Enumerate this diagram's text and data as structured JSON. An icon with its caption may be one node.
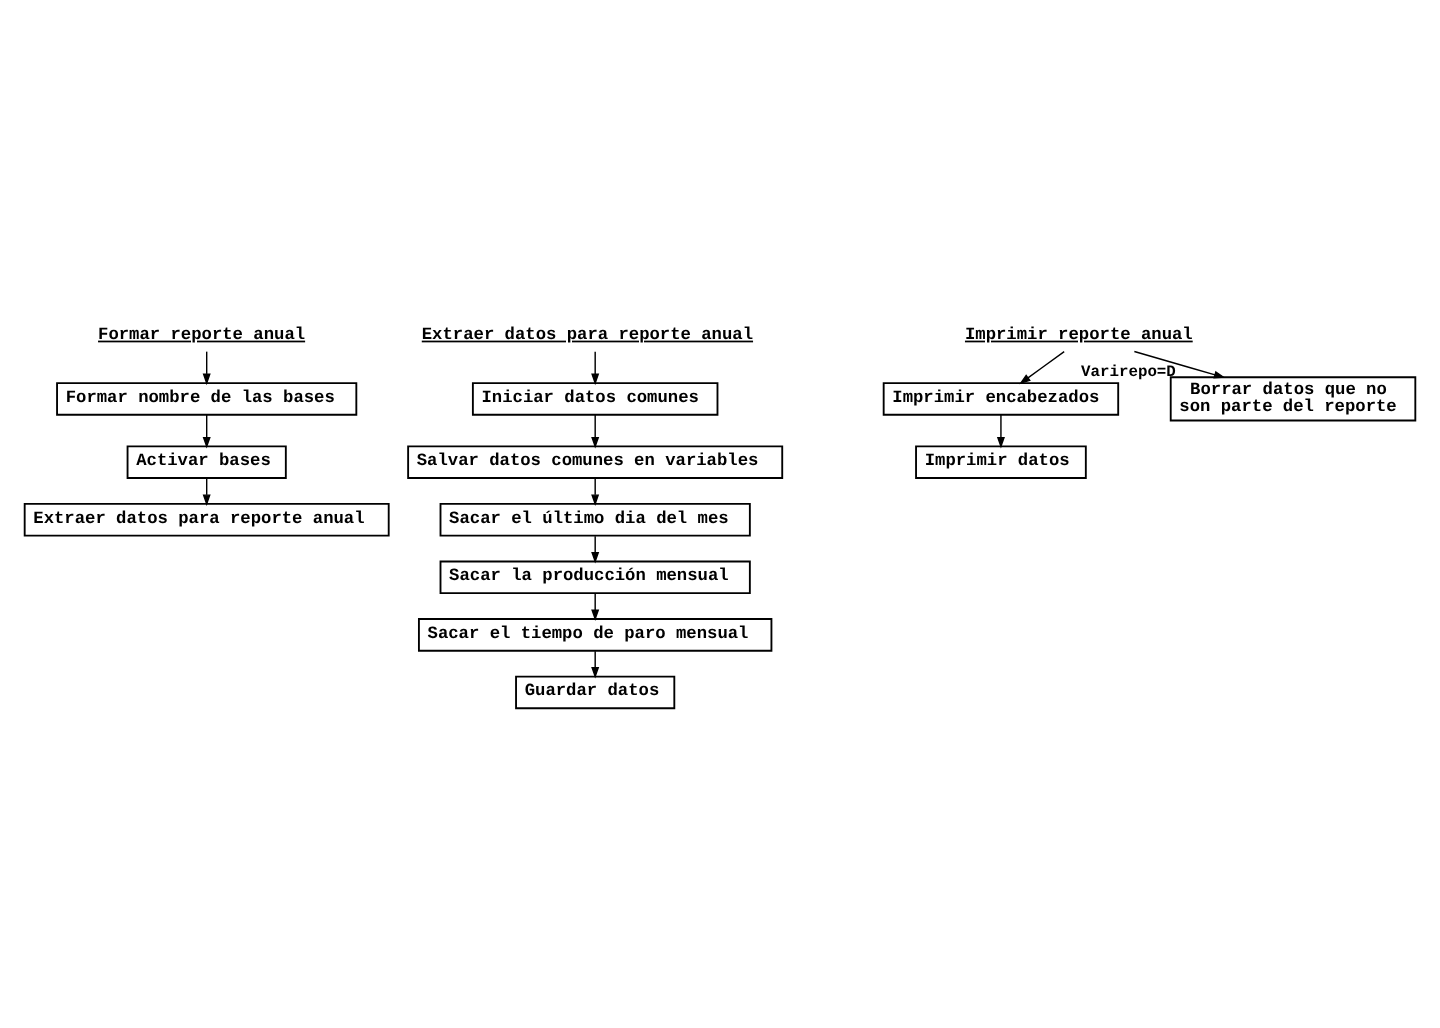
{
  "diagram": {
    "nodes": [
      {
        "text": [
          "Formar reporte anual"
        ]
      },
      {
        "text": [
          "Formar nombre de las bases"
        ]
      },
      {
        "text": [
          "Activar bases"
        ]
      },
      {
        "text": [
          "Extraer datos para reporte anual"
        ]
      },
      {
        "text": [
          "Extraer datos para reporte anual"
        ]
      },
      {
        "text": [
          "Iniciar datos comunes"
        ]
      },
      {
        "text": [
          "Salvar datos comunes en variables"
        ]
      },
      {
        "text": [
          "Sacar el último dia del mes"
        ]
      },
      {
        "text": [
          "Sacar la producción mensual"
        ]
      },
      {
        "text": [
          "Sacar el tiempo de paro mensual"
        ]
      },
      {
        "text": [
          "Guardar datos"
        ]
      },
      {
        "text": [
          "Imprimir reporte anual"
        ]
      },
      {
        "text": [
          "Imprimir encabezados"
        ]
      },
      {
        "text": [
          "Imprimir datos"
        ]
      },
      {
        "text": [
          "Borrar datos que no son parte del reporte"
        ]
      }
    ],
    "edges": [
      {
        "from": 0,
        "to": 1,
        "arrow": "to"
      },
      {
        "from": 1,
        "to": 2,
        "arrow": "to"
      },
      {
        "from": 2,
        "to": 3,
        "arrow": "to"
      },
      {
        "from": 4,
        "to": 5,
        "arrow": "to"
      },
      {
        "from": 5,
        "to": 6,
        "arrow": "to"
      },
      {
        "from": 6,
        "to": 7,
        "arrow": "to"
      },
      {
        "from": 7,
        "to": 8,
        "arrow": "to"
      },
      {
        "from": 8,
        "to": 9,
        "arrow": "to"
      },
      {
        "from": 9,
        "to": 10,
        "arrow": "to"
      },
      {
        "from": 11,
        "to": 12,
        "arrow": "to"
      },
      {
        "from": 12,
        "to": 13,
        "arrow": "to"
      },
      {
        "from": 11,
        "to": 14,
        "arrow": "to",
        "label": "Varirepo=D"
      }
    ]
  }
}
